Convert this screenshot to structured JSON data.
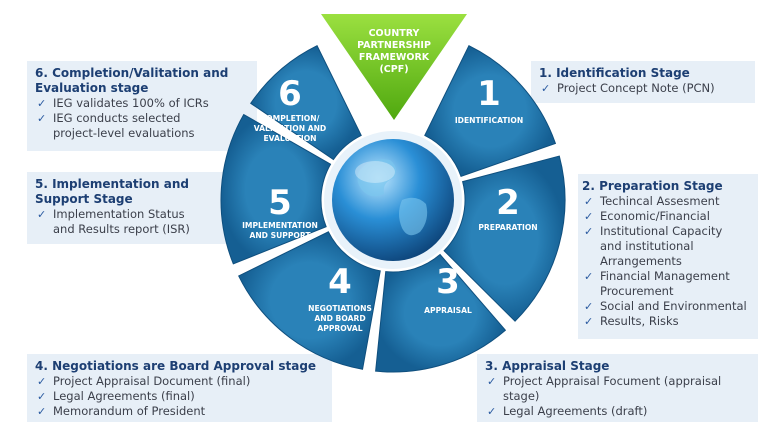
{
  "center": {
    "lines": [
      "COUNTRY",
      "PARTNERSHIP",
      "FRAMEWORK",
      "(CPF)"
    ]
  },
  "colors": {
    "segment": "#1d6ea3",
    "segment_dark": "#12507c",
    "arrow": "#6dc21c",
    "panel": "#e7eff7",
    "title": "#1d3f73"
  },
  "segments": [
    {
      "number": "1",
      "lines": [
        "IDENTIFICATION"
      ]
    },
    {
      "number": "2",
      "lines": [
        "PREPARATION"
      ]
    },
    {
      "number": "3",
      "lines": [
        "APPRAISAL"
      ]
    },
    {
      "number": "4",
      "lines": [
        "NEGOTIATIONS",
        "AND BOARD",
        "APPROVAL"
      ]
    },
    {
      "number": "5",
      "lines": [
        "IMPLEMENTATION",
        "AND SUPPORT"
      ]
    },
    {
      "number": "6",
      "lines": [
        "COMPLETION/",
        "VALIDATION AND",
        "EVALUATION"
      ]
    }
  ],
  "panels": {
    "p1": {
      "title": [
        "1.  Identification Stage"
      ],
      "items": [
        [
          "Project Concept Note (PCN)"
        ]
      ]
    },
    "p2": {
      "title": [
        "2. Preparation Stage"
      ],
      "items": [
        [
          "Techincal Assesment"
        ],
        [
          "Economic/Financial"
        ],
        [
          "Institutional Capacity",
          "and institutional",
          "Arrangements"
        ],
        [
          "Financial Management",
          "Procurement"
        ],
        [
          "Social and Environmental"
        ],
        [
          "Results, Risks"
        ]
      ]
    },
    "p3": {
      "title": [
        "3. Appraisal Stage"
      ],
      "items": [
        [
          "Project Appraisal Focument (appraisal",
          "stage)"
        ],
        [
          "Legal Agreements (draft)"
        ]
      ]
    },
    "p4": {
      "title": [
        "4. Negotiations are Board Approval stage"
      ],
      "items": [
        [
          "Project Appraisal Document (final)"
        ],
        [
          "Legal Agreements (final)"
        ],
        [
          "Memorandum of President"
        ]
      ]
    },
    "p5": {
      "title": [
        "5. Implementation and",
        "Support Stage"
      ],
      "items": [
        [
          "Implementation Status",
          "and Results report (ISR)"
        ]
      ]
    },
    "p6": {
      "title": [
        "6. Completion/Valitation and",
        "Evaluation stage"
      ],
      "items": [
        [
          "IEG validates 100% of ICRs"
        ],
        [
          "IEG conducts selected",
          "project-level evaluations"
        ]
      ]
    }
  }
}
